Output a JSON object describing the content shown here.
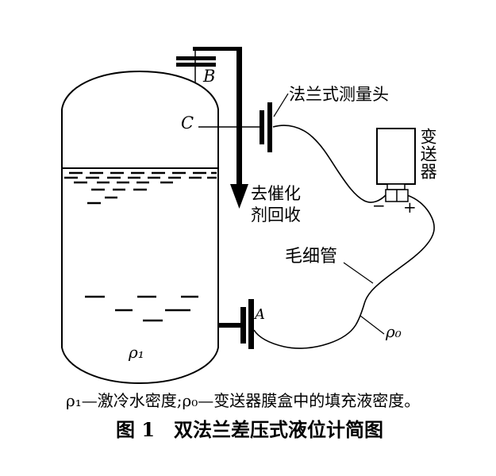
{
  "page": {
    "background": "#ffffff",
    "ink": "#000000"
  },
  "diagram": {
    "tank": {
      "density_label": "ρ₁",
      "tap_top_label": "B",
      "tap_mid_label": "C",
      "tap_bottom_label": "A"
    },
    "annotations": {
      "flange_head": "法兰式测量头",
      "to_catalyst_recovery": "去催化\n剂回收",
      "capillary": "毛细管",
      "transmitter": "变送器",
      "fill_density": "ρ₀",
      "minus_terminal": "−",
      "plus_terminal": "+"
    }
  },
  "caption": {
    "legend": "ρ₁—激冷水密度;ρ₀—变送器膜盒中的填充液密度。",
    "title": "图 1　双法兰差压式液位计简图"
  }
}
